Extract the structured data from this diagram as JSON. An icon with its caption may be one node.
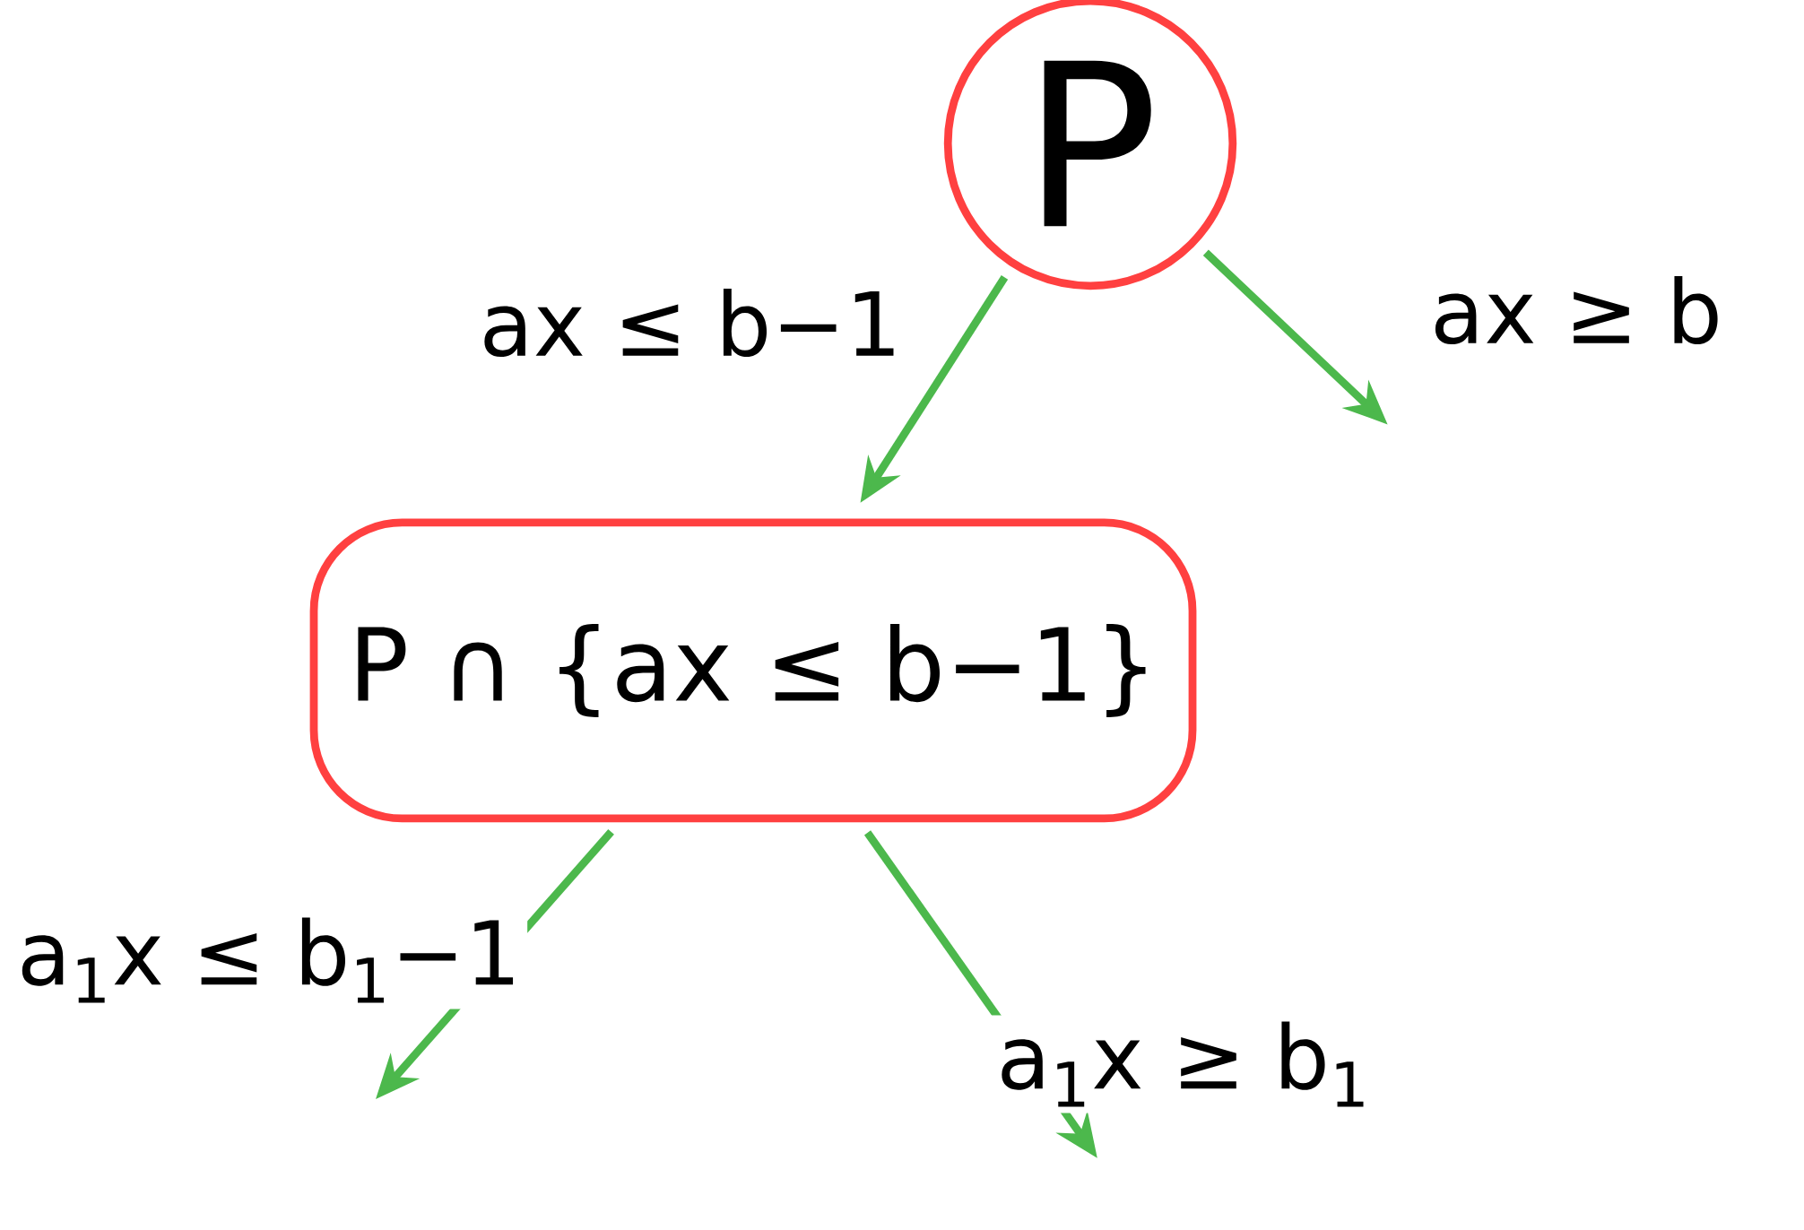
{
  "diagram": {
    "nodes": [
      {
        "text": [
          "P"
        ]
      },
      {
        "text": [
          "P ∩ {ax ≤ b−1}"
        ]
      }
    ],
    "edges": [
      {
        "from": 0,
        "to": 1,
        "arrow": "to",
        "label": "ax ≤ b−1"
      },
      {
        "from": 0,
        "to": null,
        "arrow": "to",
        "label": "ax ≥ b"
      },
      {
        "from": 1,
        "to": null,
        "arrow": "to",
        "label": "a$_{1}$x ≤ b$_{1}$−1"
      },
      {
        "from": 1,
        "to": null,
        "arrow": "to",
        "label": "a$_{1}$x ≥ b$_{1}$"
      }
    ]
  }
}
